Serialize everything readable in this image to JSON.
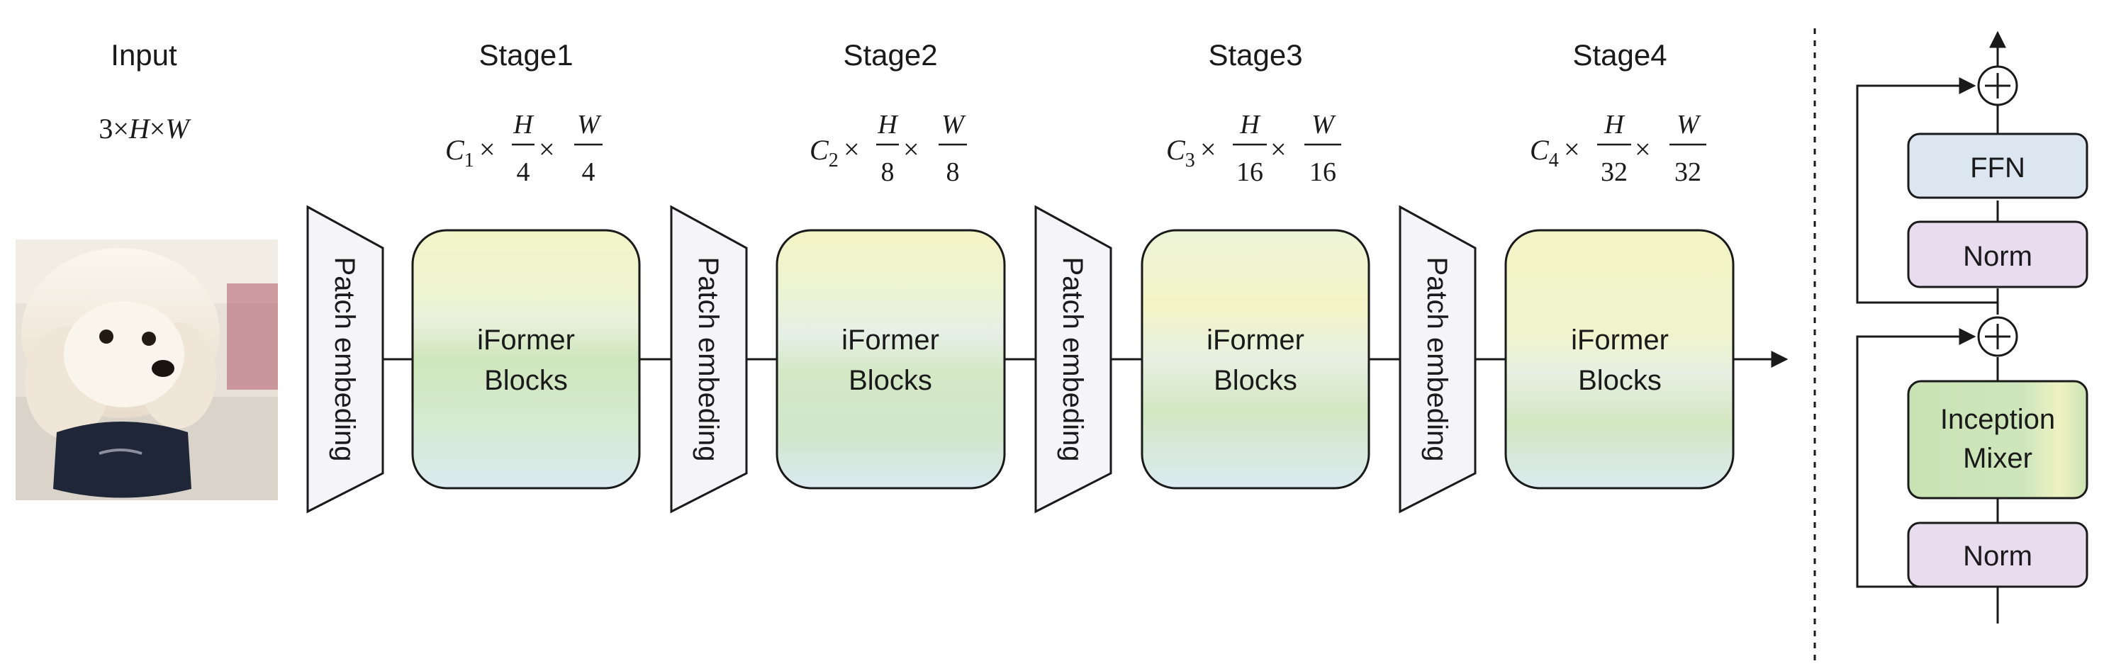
{
  "input": {
    "title": "Input",
    "shape": {
      "ch": "3",
      "times": "×",
      "h": "H",
      "w": "W"
    }
  },
  "stages": [
    {
      "title": "Stage1",
      "c": "C",
      "sub": "1",
      "h": "H",
      "hd": "4",
      "w": "W",
      "wd": "4",
      "times": "×",
      "block": [
        "iFormer",
        "Blocks"
      ]
    },
    {
      "title": "Stage2",
      "c": "C",
      "sub": "2",
      "h": "H",
      "hd": "8",
      "w": "W",
      "wd": "8",
      "times": "×",
      "block": [
        "iFormer",
        "Blocks"
      ]
    },
    {
      "title": "Stage3",
      "c": "C",
      "sub": "3",
      "h": "H",
      "hd": "16",
      "w": "W",
      "wd": "16",
      "times": "×",
      "block": [
        "iFormer",
        "Blocks"
      ]
    },
    {
      "title": "Stage4",
      "c": "C",
      "sub": "4",
      "h": "H",
      "hd": "32",
      "w": "W",
      "wd": "32",
      "times": "×",
      "block": [
        "iFormer",
        "Blocks"
      ]
    }
  ],
  "patch_label": "Patch embeding",
  "block_detail": {
    "ffn": "FFN",
    "norm_top": "Norm",
    "mixer": [
      "Inception",
      "Mixer"
    ],
    "norm_bottom": "Norm"
  },
  "colors": {
    "stroke": "#1a1a1a",
    "ffn_fill": "#dce6f1",
    "norm_fill": "#e8dcee",
    "mixer_green": "#c9e2b3",
    "block_green": "#cfe6bc",
    "block_yellow": "#f3f4c8",
    "block_blue": "#dbeaf0"
  }
}
